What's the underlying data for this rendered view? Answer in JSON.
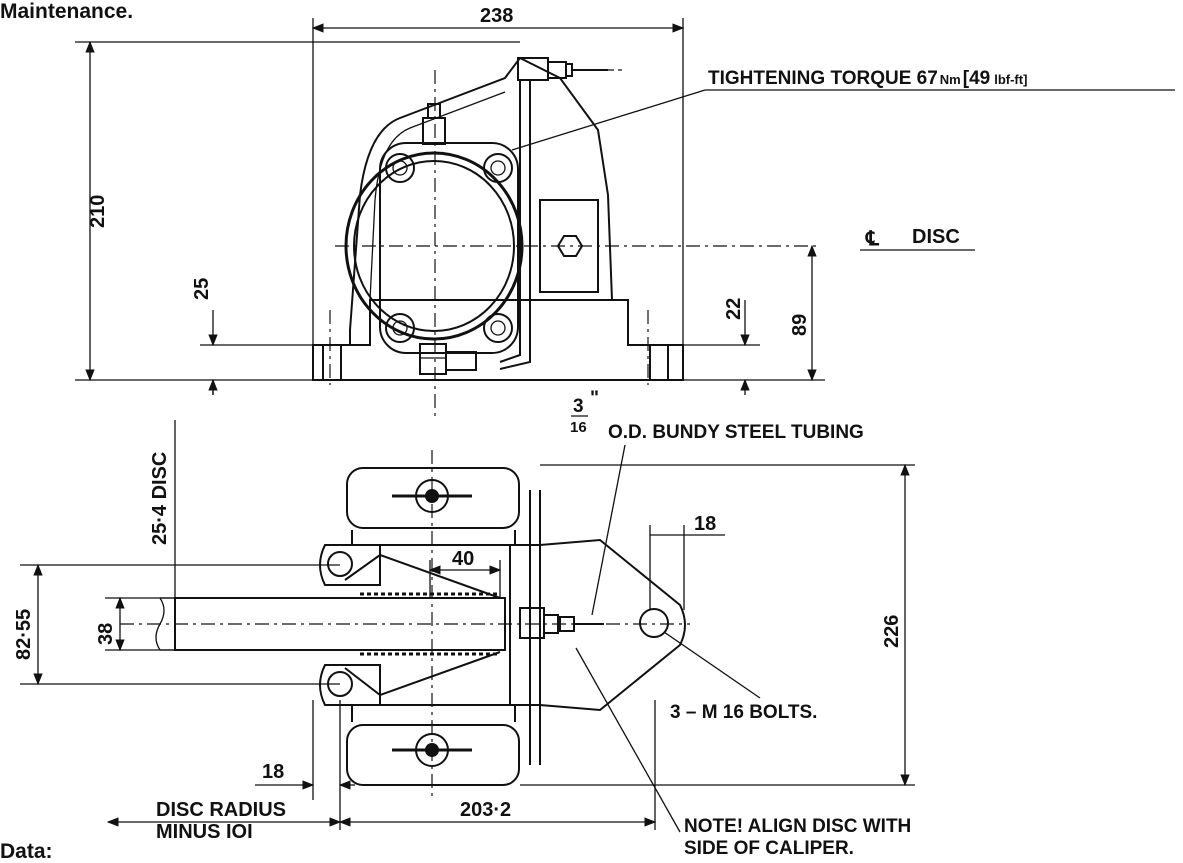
{
  "heading_top": "Maintenance.",
  "heading_bottom": "Data:",
  "top_view": {
    "dim_width": "238",
    "dim_height": "210",
    "dim_bolt_height": "25",
    "dim_right_small": "22",
    "dim_centre_height": "89",
    "torque_note_prefix": "TIGHTENING TORQUE 67",
    "torque_unit_nm": "Nm",
    "torque_value_imperial": "[49",
    "torque_unit_imperial": "lbf-ft]",
    "centre_disc_symbol": "℄",
    "centre_disc_label": "DISC"
  },
  "bottom_view": {
    "tubing_fraction_num": "3",
    "tubing_fraction_den": "16",
    "tubing_inch_mark": "\"",
    "tubing_label": "O.D. BUNDY STEEL TUBING",
    "dim_disc_thickness": "25·4 DISC",
    "dim_left_height": "82·55",
    "dim_inner_height": "38",
    "dim_40": "40",
    "dim_18_right": "18",
    "dim_226": "226",
    "bolts_note": "3 – M 16 BOLTS.",
    "dim_18_left": "18",
    "disc_radius_line1": "DISC RADIUS",
    "disc_radius_line2": "MINUS  IOI",
    "dim_203": "203·2",
    "align_note_line1": "NOTE! ALIGN DISC WITH",
    "align_note_line2": "SIDE OF CALIPER."
  }
}
